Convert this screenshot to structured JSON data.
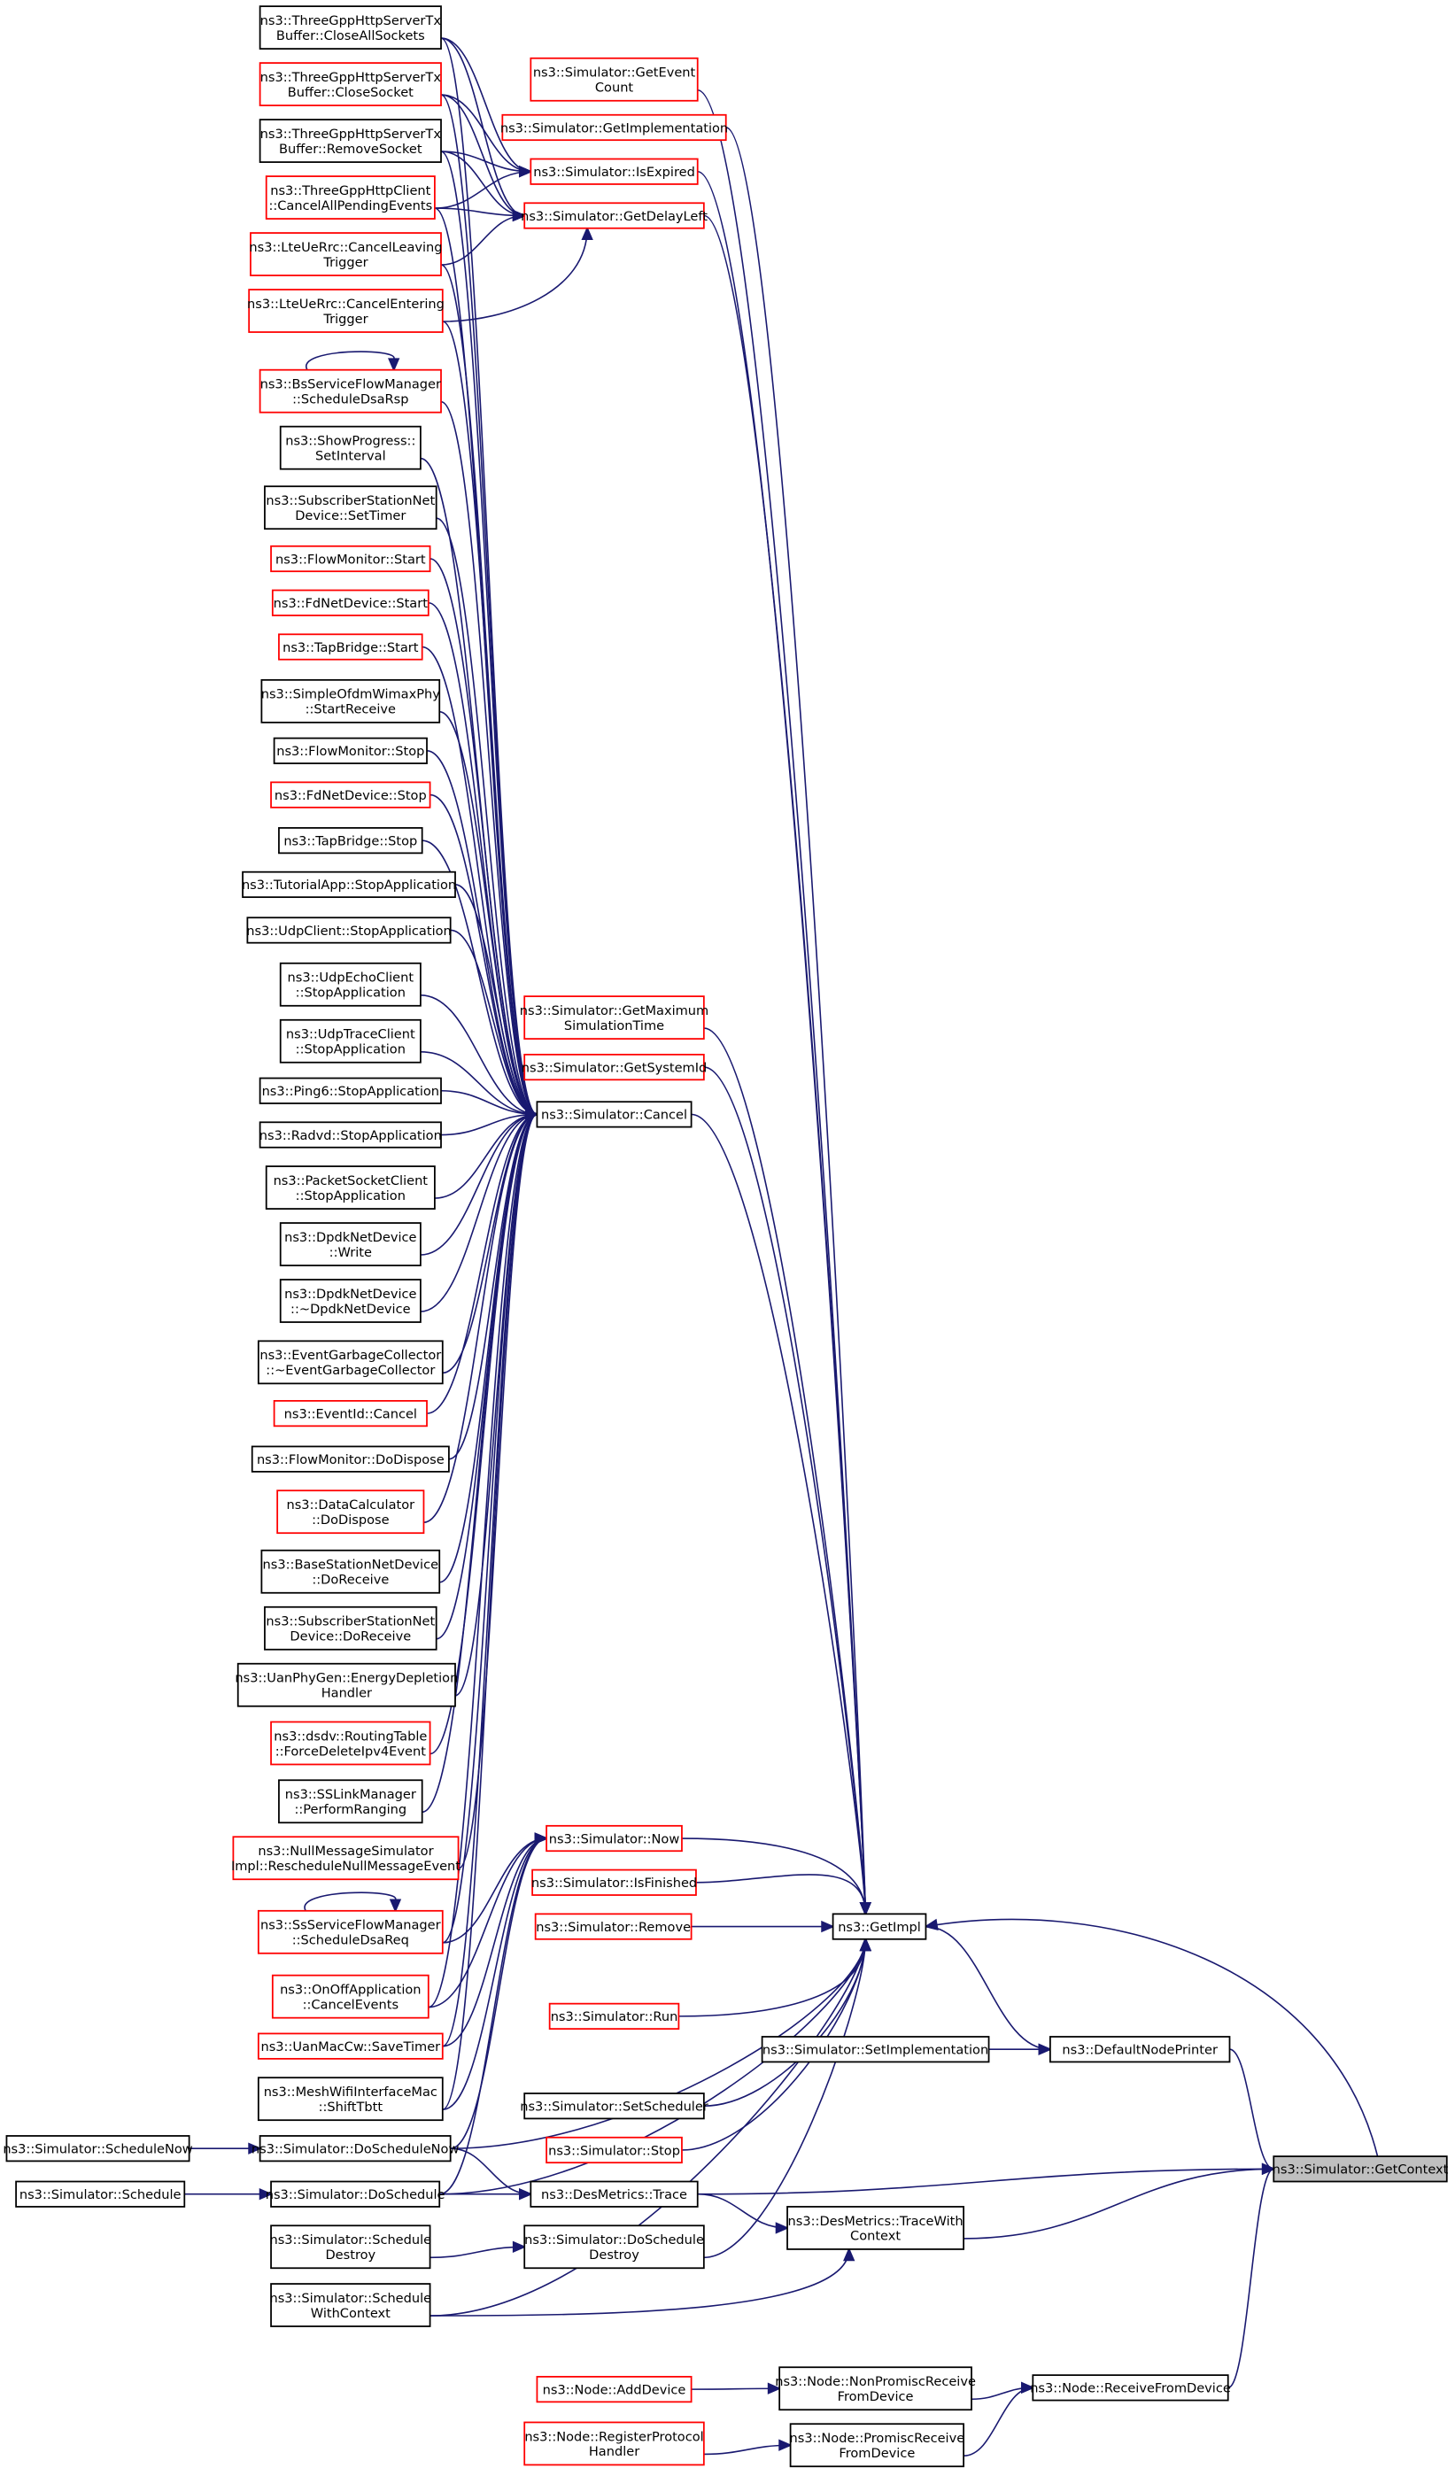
{
  "graph": {
    "title": "ns3::Simulator::GetContext",
    "colors": {
      "edge": "#191970",
      "red_border": "#ff0000",
      "black_border": "#000000",
      "root_fill": "#bfbfbf"
    },
    "nodes": [
      {
        "id": "n1",
        "lines": [
          "ns3::ThreeGppHttpServerTx",
          "Buffer::CloseAllSockets"
        ],
        "style": "black"
      },
      {
        "id": "n2",
        "lines": [
          "ns3::ThreeGppHttpServerTx",
          "Buffer::CloseSocket"
        ],
        "style": "red"
      },
      {
        "id": "n3",
        "lines": [
          "ns3::ThreeGppHttpServerTx",
          "Buffer::RemoveSocket"
        ],
        "style": "black"
      },
      {
        "id": "n4",
        "lines": [
          "ns3::ThreeGppHttpClient",
          "::CancelAllPendingEvents"
        ],
        "style": "red"
      },
      {
        "id": "n5",
        "lines": [
          "ns3::LteUeRrc::CancelLeaving",
          "Trigger"
        ],
        "style": "red"
      },
      {
        "id": "n6",
        "lines": [
          "ns3::LteUeRrc::CancelEntering",
          "Trigger"
        ],
        "style": "red"
      },
      {
        "id": "n7",
        "lines": [
          "ns3::BsServiceFlowManager",
          "::ScheduleDsaRsp"
        ],
        "style": "red"
      },
      {
        "id": "n8",
        "lines": [
          "ns3::ShowProgress::",
          "SetInterval"
        ],
        "style": "black"
      },
      {
        "id": "n9",
        "lines": [
          "ns3::SubscriberStationNet",
          "Device::SetTimer"
        ],
        "style": "black"
      },
      {
        "id": "n10",
        "lines": [
          "ns3::FlowMonitor::Start"
        ],
        "style": "red"
      },
      {
        "id": "n11",
        "lines": [
          "ns3::FdNetDevice::Start"
        ],
        "style": "red"
      },
      {
        "id": "n12",
        "lines": [
          "ns3::TapBridge::Start"
        ],
        "style": "red"
      },
      {
        "id": "n13",
        "lines": [
          "ns3::SimpleOfdmWimaxPhy",
          "::StartReceive"
        ],
        "style": "black"
      },
      {
        "id": "n14",
        "lines": [
          "ns3::FlowMonitor::Stop"
        ],
        "style": "black"
      },
      {
        "id": "n15",
        "lines": [
          "ns3::FdNetDevice::Stop"
        ],
        "style": "red"
      },
      {
        "id": "n16",
        "lines": [
          "ns3::TapBridge::Stop"
        ],
        "style": "black"
      },
      {
        "id": "n17",
        "lines": [
          "ns3::TutorialApp::StopApplication"
        ],
        "style": "black"
      },
      {
        "id": "n18",
        "lines": [
          "ns3::UdpClient::StopApplication"
        ],
        "style": "black"
      },
      {
        "id": "n19",
        "lines": [
          "ns3::UdpEchoClient",
          "::StopApplication"
        ],
        "style": "black"
      },
      {
        "id": "n20",
        "lines": [
          "ns3::UdpTraceClient",
          "::StopApplication"
        ],
        "style": "black"
      },
      {
        "id": "n21",
        "lines": [
          "ns3::Ping6::StopApplication"
        ],
        "style": "black"
      },
      {
        "id": "n22",
        "lines": [
          "ns3::Radvd::StopApplication"
        ],
        "style": "black"
      },
      {
        "id": "n23",
        "lines": [
          "ns3::PacketSocketClient",
          "::StopApplication"
        ],
        "style": "black"
      },
      {
        "id": "n24",
        "lines": [
          "ns3::DpdkNetDevice",
          "::Write"
        ],
        "style": "black"
      },
      {
        "id": "n25",
        "lines": [
          "ns3::DpdkNetDevice",
          "::~DpdkNetDevice"
        ],
        "style": "black"
      },
      {
        "id": "n26",
        "lines": [
          "ns3::EventGarbageCollector",
          "::~EventGarbageCollector"
        ],
        "style": "black"
      },
      {
        "id": "n27",
        "lines": [
          "ns3::EventId::Cancel"
        ],
        "style": "red"
      },
      {
        "id": "n28",
        "lines": [
          "ns3::FlowMonitor::DoDispose"
        ],
        "style": "black"
      },
      {
        "id": "n29",
        "lines": [
          "ns3::DataCalculator",
          "::DoDispose"
        ],
        "style": "red"
      },
      {
        "id": "n30",
        "lines": [
          "ns3::BaseStationNetDevice",
          "::DoReceive"
        ],
        "style": "black"
      },
      {
        "id": "n31",
        "lines": [
          "ns3::SubscriberStationNet",
          "Device::DoReceive"
        ],
        "style": "black"
      },
      {
        "id": "n32",
        "lines": [
          "ns3::UanPhyGen::EnergyDepletion",
          "Handler"
        ],
        "style": "black"
      },
      {
        "id": "n33",
        "lines": [
          "ns3::dsdv::RoutingTable",
          "::ForceDeleteIpv4Event"
        ],
        "style": "red"
      },
      {
        "id": "n34",
        "lines": [
          "ns3::SSLinkManager",
          "::PerformRanging"
        ],
        "style": "black"
      },
      {
        "id": "n35",
        "lines": [
          "ns3::NullMessageSimulator",
          "Impl::RescheduleNullMessageEvent"
        ],
        "style": "red"
      },
      {
        "id": "n36",
        "lines": [
          "ns3::SsServiceFlowManager",
          "::ScheduleDsaReq"
        ],
        "style": "red"
      },
      {
        "id": "n37",
        "lines": [
          "ns3::OnOffApplication",
          "::CancelEvents"
        ],
        "style": "red"
      },
      {
        "id": "n38",
        "lines": [
          "ns3::UanMacCw::SaveTimer"
        ],
        "style": "red"
      },
      {
        "id": "n39",
        "lines": [
          "ns3::MeshWifiInterfaceMac",
          "::ShiftTbtt"
        ],
        "style": "black"
      },
      {
        "id": "doScheduleNow",
        "lines": [
          "ns3::Simulator::DoScheduleNow"
        ],
        "style": "black"
      },
      {
        "id": "doSchedule",
        "lines": [
          "ns3::Simulator::DoSchedule"
        ],
        "style": "black"
      },
      {
        "id": "scheduleDestroy",
        "lines": [
          "ns3::Simulator::Schedule",
          "Destroy"
        ],
        "style": "black"
      },
      {
        "id": "scheduleWithContext",
        "lines": [
          "ns3::Simulator::Schedule",
          "WithContext"
        ],
        "style": "black"
      },
      {
        "id": "scheduleNow",
        "lines": [
          "ns3::Simulator::ScheduleNow"
        ],
        "style": "black"
      },
      {
        "id": "schedule",
        "lines": [
          "ns3::Simulator::Schedule"
        ],
        "style": "black"
      },
      {
        "id": "getEventCount",
        "lines": [
          "ns3::Simulator::GetEvent",
          "Count"
        ],
        "style": "red"
      },
      {
        "id": "getImplementation",
        "lines": [
          "ns3::Simulator::GetImplementation"
        ],
        "style": "red"
      },
      {
        "id": "isExpired",
        "lines": [
          "ns3::Simulator::IsExpired"
        ],
        "style": "red"
      },
      {
        "id": "getDelayLeft",
        "lines": [
          "ns3::Simulator::GetDelayLeft"
        ],
        "style": "red"
      },
      {
        "id": "getMaximum",
        "lines": [
          "ns3::Simulator::GetMaximum",
          "SimulationTime"
        ],
        "style": "red"
      },
      {
        "id": "getSystemId",
        "lines": [
          "ns3::Simulator::GetSystemId"
        ],
        "style": "red"
      },
      {
        "id": "cancel",
        "lines": [
          "ns3::Simulator::Cancel"
        ],
        "style": "black"
      },
      {
        "id": "now",
        "lines": [
          "ns3::Simulator::Now"
        ],
        "style": "red"
      },
      {
        "id": "isFinished",
        "lines": [
          "ns3::Simulator::IsFinished"
        ],
        "style": "red"
      },
      {
        "id": "remove",
        "lines": [
          "ns3::Simulator::Remove"
        ],
        "style": "red"
      },
      {
        "id": "run",
        "lines": [
          "ns3::Simulator::Run"
        ],
        "style": "red"
      },
      {
        "id": "setScheduler",
        "lines": [
          "ns3::Simulator::SetScheduler"
        ],
        "style": "black"
      },
      {
        "id": "stop",
        "lines": [
          "ns3::Simulator::Stop"
        ],
        "style": "red"
      },
      {
        "id": "trace",
        "lines": [
          "ns3::DesMetrics::Trace"
        ],
        "style": "black"
      },
      {
        "id": "doScheduleDestroy",
        "lines": [
          "ns3::Simulator::DoSchedule",
          "Destroy"
        ],
        "style": "black"
      },
      {
        "id": "addDevice",
        "lines": [
          "ns3::Node::AddDevice"
        ],
        "style": "red"
      },
      {
        "id": "registerProtocolHandler",
        "lines": [
          "ns3::Node::RegisterProtocol",
          "Handler"
        ],
        "style": "red"
      },
      {
        "id": "getImpl",
        "lines": [
          "ns3::GetImpl"
        ],
        "style": "black"
      },
      {
        "id": "setImplementation",
        "lines": [
          "ns3::Simulator::SetImplementation"
        ],
        "style": "black"
      },
      {
        "id": "traceWithContext",
        "lines": [
          "ns3::DesMetrics::TraceWith",
          "Context"
        ],
        "style": "black"
      },
      {
        "id": "nonPromisc",
        "lines": [
          "ns3::Node::NonPromiscReceive",
          "FromDevice"
        ],
        "style": "black"
      },
      {
        "id": "promisc",
        "lines": [
          "ns3::Node::PromiscReceive",
          "FromDevice"
        ],
        "style": "black"
      },
      {
        "id": "defaultNodePrinter",
        "lines": [
          "ns3::DefaultNodePrinter"
        ],
        "style": "black"
      },
      {
        "id": "receiveFromDevice",
        "lines": [
          "ns3::Node::ReceiveFromDevice"
        ],
        "style": "black"
      },
      {
        "id": "getContext",
        "lines": [
          "ns3::Simulator::GetContext"
        ],
        "style": "root"
      }
    ],
    "edges": [
      [
        "n1",
        "isExpired"
      ],
      [
        "n2",
        "isExpired"
      ],
      [
        "n3",
        "isExpired"
      ],
      [
        "n4",
        "isExpired"
      ],
      [
        "n1",
        "getDelayLeft"
      ],
      [
        "n2",
        "getDelayLeft"
      ],
      [
        "n3",
        "getDelayLeft"
      ],
      [
        "n4",
        "getDelayLeft"
      ],
      [
        "n5",
        "getDelayLeft"
      ],
      [
        "n6",
        "getDelayLeft"
      ],
      [
        "n1",
        "cancel"
      ],
      [
        "n2",
        "cancel"
      ],
      [
        "n3",
        "cancel"
      ],
      [
        "n4",
        "cancel"
      ],
      [
        "n5",
        "cancel"
      ],
      [
        "n6",
        "cancel"
      ],
      [
        "n7",
        "cancel"
      ],
      [
        "n8",
        "cancel"
      ],
      [
        "n9",
        "cancel"
      ],
      [
        "n10",
        "cancel"
      ],
      [
        "n11",
        "cancel"
      ],
      [
        "n12",
        "cancel"
      ],
      [
        "n13",
        "cancel"
      ],
      [
        "n14",
        "cancel"
      ],
      [
        "n15",
        "cancel"
      ],
      [
        "n16",
        "cancel"
      ],
      [
        "n17",
        "cancel"
      ],
      [
        "n18",
        "cancel"
      ],
      [
        "n19",
        "cancel"
      ],
      [
        "n20",
        "cancel"
      ],
      [
        "n21",
        "cancel"
      ],
      [
        "n22",
        "cancel"
      ],
      [
        "n23",
        "cancel"
      ],
      [
        "n24",
        "cancel"
      ],
      [
        "n25",
        "cancel"
      ],
      [
        "n26",
        "cancel"
      ],
      [
        "n27",
        "cancel"
      ],
      [
        "n28",
        "cancel"
      ],
      [
        "n29",
        "cancel"
      ],
      [
        "n30",
        "cancel"
      ],
      [
        "n31",
        "cancel"
      ],
      [
        "n32",
        "cancel"
      ],
      [
        "n33",
        "cancel"
      ],
      [
        "n34",
        "cancel"
      ],
      [
        "n35",
        "cancel"
      ],
      [
        "n36",
        "cancel"
      ],
      [
        "n37",
        "cancel"
      ],
      [
        "n38",
        "cancel"
      ],
      [
        "n39",
        "cancel"
      ],
      [
        "n7",
        "n7"
      ],
      [
        "n36",
        "n36"
      ],
      [
        "n36",
        "now"
      ],
      [
        "n37",
        "now"
      ],
      [
        "n38",
        "now"
      ],
      [
        "n39",
        "now"
      ],
      [
        "doScheduleNow",
        "now"
      ],
      [
        "doSchedule",
        "now"
      ],
      [
        "getEventCount",
        "getImpl"
      ],
      [
        "getImplementation",
        "getImpl"
      ],
      [
        "isExpired",
        "getImpl"
      ],
      [
        "getDelayLeft",
        "getImpl"
      ],
      [
        "getMaximum",
        "getImpl"
      ],
      [
        "getSystemId",
        "getImpl"
      ],
      [
        "cancel",
        "getImpl"
      ],
      [
        "now",
        "getImpl"
      ],
      [
        "isFinished",
        "getImpl"
      ],
      [
        "remove",
        "getImpl"
      ],
      [
        "run",
        "getImpl"
      ],
      [
        "setScheduler",
        "getImpl"
      ],
      [
        "stop",
        "getImpl"
      ],
      [
        "doScheduleNow",
        "getImpl"
      ],
      [
        "doSchedule",
        "getImpl"
      ],
      [
        "doScheduleDestroy",
        "getImpl"
      ],
      [
        "scheduleWithContext",
        "getImpl"
      ],
      [
        "scheduleNow",
        "doScheduleNow"
      ],
      [
        "schedule",
        "doSchedule"
      ],
      [
        "scheduleDestroy",
        "doScheduleDestroy"
      ],
      [
        "doScheduleNow",
        "trace"
      ],
      [
        "doSchedule",
        "trace"
      ],
      [
        "trace",
        "traceWithContext"
      ],
      [
        "scheduleWithContext",
        "traceWithContext"
      ],
      [
        "trace",
        "getContext"
      ],
      [
        "traceWithContext",
        "getContext"
      ],
      [
        "defaultNodePrinter",
        "getContext"
      ],
      [
        "receiveFromDevice",
        "getContext"
      ],
      [
        "getContext",
        "getImpl"
      ],
      [
        "getImpl",
        "defaultNodePrinter"
      ],
      [
        "setImplementation",
        "defaultNodePrinter"
      ],
      [
        "addDevice",
        "nonPromisc"
      ],
      [
        "registerProtocolHandler",
        "promisc"
      ],
      [
        "nonPromisc",
        "receiveFromDevice"
      ],
      [
        "promisc",
        "receiveFromDevice"
      ]
    ]
  }
}
